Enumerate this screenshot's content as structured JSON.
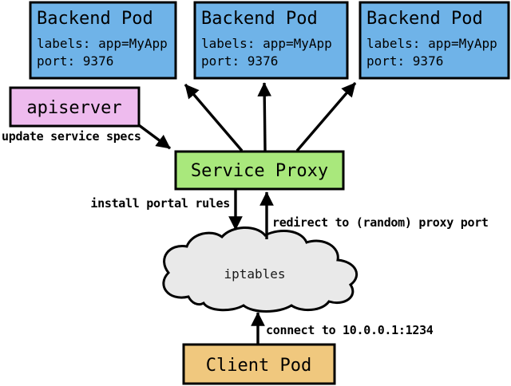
{
  "nodes": {
    "backend_pods": [
      {
        "title": "Backend Pod",
        "line1": "labels: app=MyApp",
        "line2": "port: 9376"
      },
      {
        "title": "Backend Pod",
        "line1": "labels: app=MyApp",
        "line2": "port: 9376"
      },
      {
        "title": "Backend Pod",
        "line1": "labels: app=MyApp",
        "line2": "port: 9376"
      }
    ],
    "apiserver": {
      "label": "apiserver"
    },
    "service_proxy": {
      "label": "Service Proxy"
    },
    "iptables_cloud": {
      "label": "iptables"
    },
    "client_pod": {
      "label": "Client Pod"
    }
  },
  "edges": {
    "apiserver_to_proxy": {
      "label": "update service specs"
    },
    "proxy_to_iptables": {
      "label": "install portal rules"
    },
    "iptables_to_proxy": {
      "label": "redirect to (random) proxy port"
    },
    "client_to_iptables": {
      "label": "connect to 10.0.0.1:1234"
    }
  },
  "colors": {
    "backend_pod_fill": "#6fb3e8",
    "apiserver_fill": "#eebbee",
    "service_proxy_fill": "#a9e87c",
    "client_pod_fill": "#f0c87e",
    "cloud_fill": "#e9e9e9",
    "stroke": "#000000",
    "background": "#ffffff"
  }
}
